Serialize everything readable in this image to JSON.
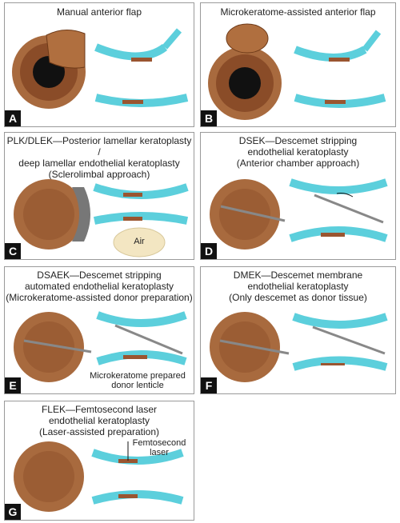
{
  "panels": [
    {
      "letter": "A",
      "title": "Manual anterior flap"
    },
    {
      "letter": "B",
      "title": "Microkeratome-assisted anterior flap"
    },
    {
      "letter": "C",
      "title": "PLK/DLEK—Posterior lamellar keratoplasty /\ndeep lamellar endothelial keratoplasty\n(Sclerolimbal approach)"
    },
    {
      "letter": "D",
      "title": "DSEK—Descemet stripping\nendothelial keratoplasty\n(Anterior chamber approach)"
    },
    {
      "letter": "E",
      "title": "DSAEK—Descemet stripping\nautomated endothelial keratoplasty\n(Microkeratome-assisted donor preparation)"
    },
    {
      "letter": "F",
      "title": "DMEK—Descemet membrane\nendothelial keratoplasty\n(Only descemet as donor tissue)"
    },
    {
      "letter": "G",
      "title": "FLEK—Femtosecond laser\nendothelial keratoplasty\n(Laser-assisted preparation)"
    }
  ],
  "labels": {
    "air": "Air",
    "microkeratome": "Microkeratome prepared\ndonor lenticle",
    "laser": "Femtosecond laser"
  },
  "colors": {
    "cornea": "#5ccfdc",
    "cornea_edge": "#2a8f9c",
    "tissue": "#9a5530",
    "iris": "#a86a3e",
    "pupil": "#111111",
    "air_bubble": "#f3e6c2"
  }
}
